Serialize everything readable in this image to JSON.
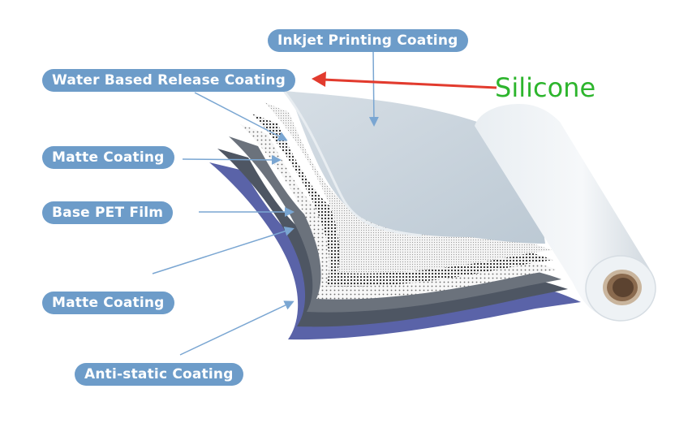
{
  "labels": {
    "inkjet": "Inkjet Printing Coating",
    "water_based": "Water Based Release Coating",
    "matte_top": "Matte Coating",
    "base_pet": "Base PET Film",
    "matte_bottom": "Matte Coating",
    "anti_static": "Anti-static Coating"
  },
  "annotation": {
    "text": "Silicone"
  },
  "colors": {
    "label_bg": "#6d9cc9",
    "label_text": "#ffffff",
    "annotation_text": "#2db52d",
    "annotation_arrow": "#e23b2e",
    "leader_line": "#7aa6d2",
    "top_sheet": "#c6d2dc",
    "anti_static_layer": "#5a63a8",
    "dark_layer": "#4e5663",
    "roll": "#e6ebef",
    "roll_core": "#8a6a4e"
  }
}
